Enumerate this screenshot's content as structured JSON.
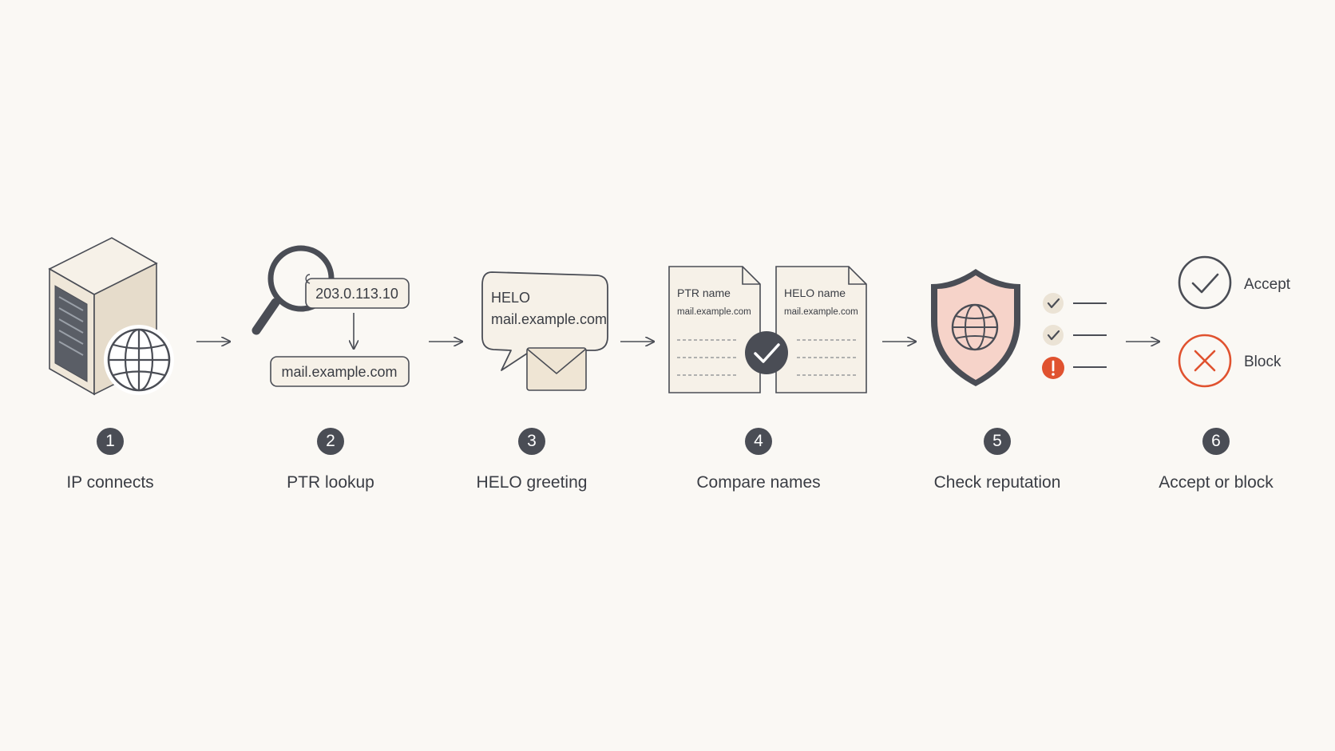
{
  "steps": [
    {
      "number": "1",
      "label": "IP connects"
    },
    {
      "number": "2",
      "label": "PTR lookup"
    },
    {
      "number": "3",
      "label": "HELO greeting"
    },
    {
      "number": "4",
      "label": "Compare names"
    },
    {
      "number": "5",
      "label": "Check reputation"
    },
    {
      "number": "6",
      "label": "Accept or block"
    }
  ],
  "ptr_lookup": {
    "ip_address": "203.0.113.10",
    "hostname": "mail.example.com"
  },
  "helo": {
    "command": "HELO",
    "hostname": "mail.example.com"
  },
  "compare": {
    "ptr_title": "PTR name",
    "ptr_value": "mail.example.com",
    "helo_title": "HELO name",
    "helo_value": "mail.example.com"
  },
  "outcomes": {
    "accept": "Accept",
    "block": "Block"
  },
  "icons": {
    "step1": [
      "server-icon",
      "globe-icon"
    ],
    "step2": [
      "magnifier-icon"
    ],
    "step3": [
      "speech-bubble-icon",
      "envelope-icon"
    ],
    "step4": [
      "document-icon",
      "checkmark-icon"
    ],
    "step5": [
      "shield-icon",
      "globe-icon",
      "check-icon",
      "warning-icon"
    ],
    "step6": [
      "accept-check-icon",
      "block-x-icon"
    ]
  },
  "colors": {
    "background": "#faf8f4",
    "stroke": "#4a4d55",
    "paper": "#f1ebe1",
    "shield_fill": "#f6d3c9",
    "alert": "#e0522f",
    "block": "#e0522f"
  }
}
